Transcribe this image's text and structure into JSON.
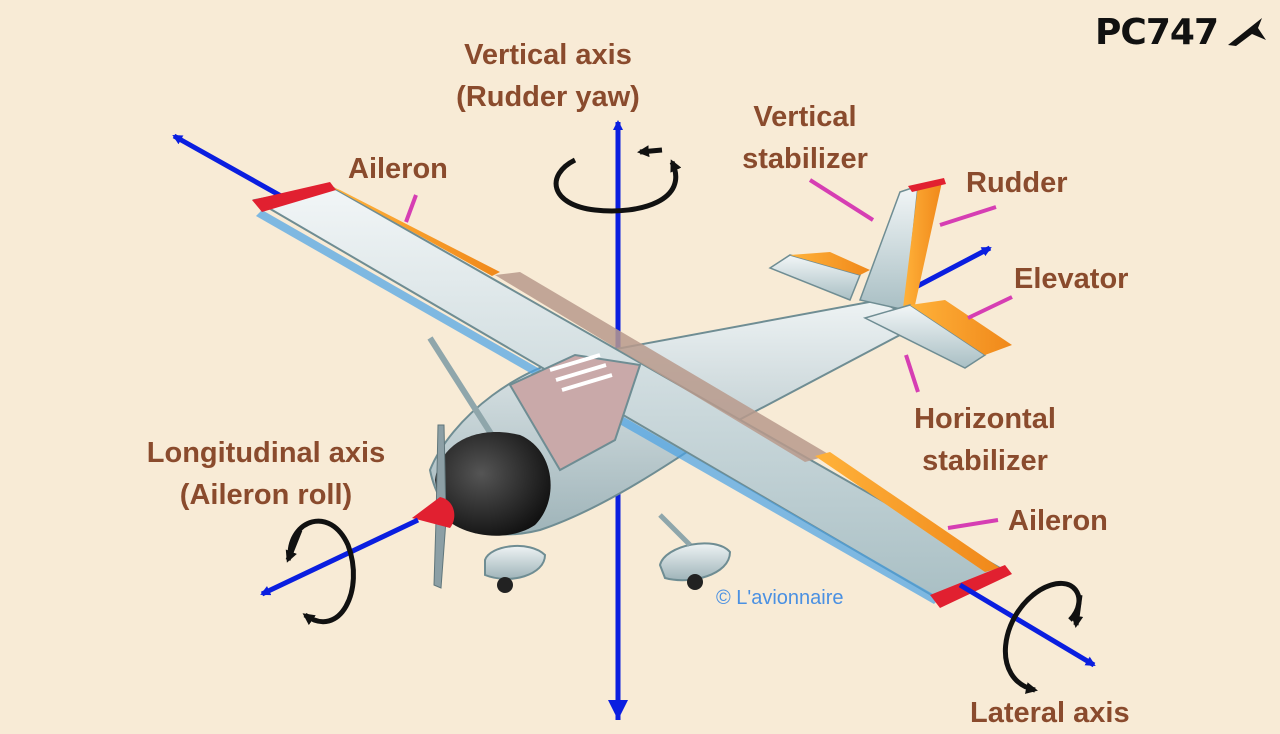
{
  "logo": {
    "text": "PC747"
  },
  "labels": {
    "vertical_axis": {
      "line1": "Vertical axis",
      "line2": "(Rudder yaw)"
    },
    "vertical_stabilizer": {
      "line1": "Vertical",
      "line2": "stabilizer"
    },
    "rudder": "Rudder",
    "elevator": "Elevator",
    "horizontal_stabilizer": {
      "line1": "Horizontal",
      "line2": "stabilizer"
    },
    "aileron_left": "Aileron",
    "aileron_right": "Aileron",
    "longitudinal_axis": {
      "line1": "Longitudinal axis",
      "line2": "(Aileron roll)"
    },
    "lateral_axis": "Lateral axis"
  },
  "copyright": "© L'avionnaire",
  "colors": {
    "background": "#f8ebd6",
    "label_text": "#8a4b2d",
    "axis_arrow": "#0a1ee0",
    "leader_line": "#d63eb3",
    "control_surface": "#f39a1c"
  }
}
